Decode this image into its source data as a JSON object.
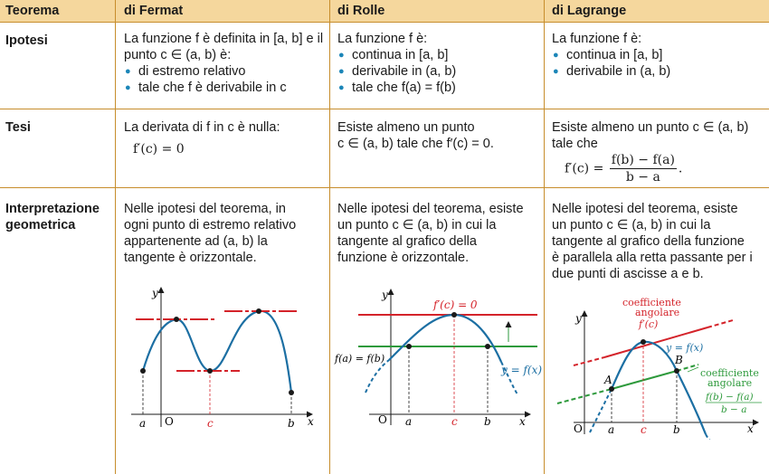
{
  "header": {
    "col0": "Teorema",
    "col1": "di Fermat",
    "col2": "di Rolle",
    "col3": "di Lagrange"
  },
  "rows": {
    "ipotesi": {
      "label": "Ipotesi",
      "fermat_text": "La funzione f è definita in [a, b] e il punto c ∈ (a, b) è:",
      "fermat_bullets": [
        "di estremo relativo",
        "tale che f è derivabile in c"
      ],
      "rolle_text": "La funzione f è:",
      "rolle_bullets": [
        "continua in [a, b]",
        "derivabile in (a, b)",
        "tale che f(a) = f(b)"
      ],
      "lagrange_text": "La funzione f è:",
      "lagrange_bullets": [
        "continua in [a, b]",
        "derivabile in (a, b)"
      ]
    },
    "tesi": {
      "label": "Tesi",
      "fermat_text": "La derivata di f in c è nulla:",
      "fermat_formula": "f′(c) = 0",
      "rolle_text1": "Esiste almeno un punto",
      "rolle_text2": "c ∈ (a, b) tale che f′(c) = 0.",
      "lagrange_text1": "Esiste almeno un punto c ∈ (a, b)",
      "lagrange_text2": "tale che",
      "lagrange_lhs": "f′(c) =",
      "lagrange_num": "f(b) − f(a)",
      "lagrange_den": "b − a",
      "lagrange_dot": "."
    },
    "interp": {
      "label_line1": "Interpretazione",
      "label_line2": "geometrica",
      "fermat_lines": [
        "Nelle ipotesi del teorema, in",
        "ogni punto di estremo relativo",
        "appartenente ad (a, b) la",
        "tangente è orizzontale."
      ],
      "rolle_lines": [
        "Nelle ipotesi del teorema, esiste",
        "un punto c ∈ (a, b) in cui la",
        "tangente al grafico della",
        "funzione è orizzontale."
      ],
      "lagrange_lines": [
        "Nelle ipotesi del teorema, esiste",
        "un punto c ∈ (a, b) in cui la",
        "tangente al grafico della funzione",
        "è parallela alla retta passante per i",
        "due punti di ascisse a e b."
      ]
    }
  },
  "graphs": {
    "fermat": {
      "y": "y",
      "x": "x",
      "a": "a",
      "O": "O",
      "c": "c",
      "b": "b"
    },
    "rolle": {
      "y": "y",
      "x": "x",
      "a": "a",
      "O": "O",
      "c": "c",
      "b": "b",
      "fc": "f′(c) = 0",
      "fa_fb": "f(a) = f(b)",
      "yfx": "y = f(x)"
    },
    "lagrange": {
      "y": "y",
      "x": "x",
      "a": "a",
      "O": "O",
      "c": "c",
      "b": "b",
      "A": "A",
      "B": "B",
      "coef1_l1": "coefficiente",
      "coef1_l2": "angolare",
      "coef1_l3": "f′(c)",
      "yfx": "y = f(x)",
      "coef2_l1": "coefficiente",
      "coef2_l2": "angolare",
      "frac_num": "f(b) − f(a)",
      "frac_den": "b − a"
    }
  },
  "colors": {
    "header_bg": "#f5d79d",
    "rule": "#c78d2c",
    "curve": "#1c6fa3",
    "red": "#d4232a",
    "green": "#2e9a3c",
    "bullet": "#1c86b8"
  }
}
